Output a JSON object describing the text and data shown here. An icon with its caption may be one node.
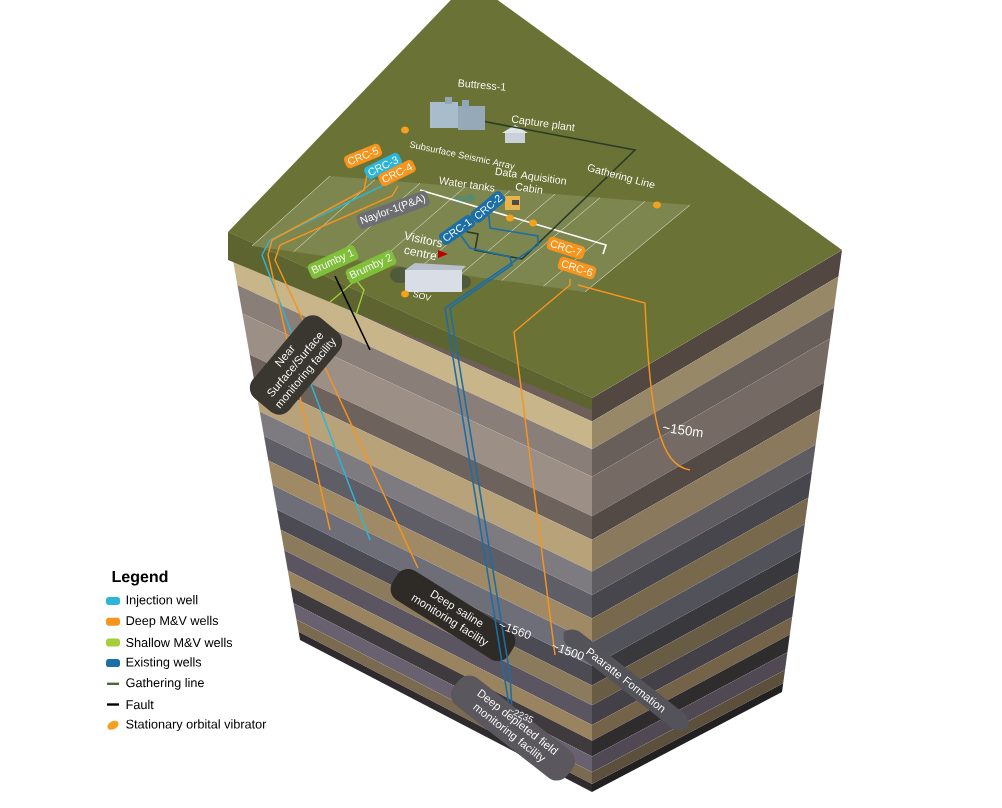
{
  "diagram": {
    "nodes": [
      {
        "text": [
          "CRC-5"
        ]
      },
      {
        "text": [
          "CRC-3"
        ]
      },
      {
        "text": [
          "CRC-4"
        ]
      },
      {
        "text": [
          "Naylor-1(P&A)"
        ]
      },
      {
        "text": [
          "CRC-2"
        ]
      },
      {
        "text": [
          "CRC-1"
        ]
      },
      {
        "text": [
          "CRC-7"
        ]
      },
      {
        "text": [
          "CRC-6"
        ]
      },
      {
        "text": [
          "Brumby 1"
        ]
      },
      {
        "text": [
          "Brumby 2"
        ]
      },
      {
        "text": [
          "Near Surface/Surface monitoring facility"
        ]
      },
      {
        "text": [
          "Deep saline monitoring facility"
        ]
      },
      {
        "text": [
          "Paaratte Formation"
        ]
      },
      {
        "text": [
          "Deep depleted field monitoring facility"
        ]
      },
      {
        "text": [
          "Buttress-1"
        ]
      }
    ],
    "edges": [
      {
        "from": 14,
        "to": 5,
        "arrow": "none",
        "color": "#283c28"
      },
      {
        "from": 5,
        "to": 13,
        "arrow": "none",
        "color": "#1b6ea6"
      },
      {
        "from": 4,
        "to": 13,
        "arrow": "none",
        "color": "#1b6ea6"
      }
    ],
    "labels": [
      "Capture plant",
      "Subsurface Seismic Array",
      "Data Aquisition Cabin",
      "Water tanks",
      "Gathering Line",
      "Visitors centre",
      "SOV",
      "~150m",
      "~1560",
      "~1500",
      "~2235",
      "Legend"
    ],
    "legend": [
      {
        "text": "Injection well",
        "color": "#2bb6d8"
      },
      {
        "text": "Deep M&V wells",
        "color": "#f7941d"
      },
      {
        "text": "Shallow M&V wells",
        "color": "#a6ce39"
      },
      {
        "text": "Existing wells",
        "color": "#1b6ea6"
      },
      {
        "text": "Gathering line"
      },
      {
        "text": "Fault"
      },
      {
        "text": "Stationary orbital vibrator"
      }
    ]
  }
}
